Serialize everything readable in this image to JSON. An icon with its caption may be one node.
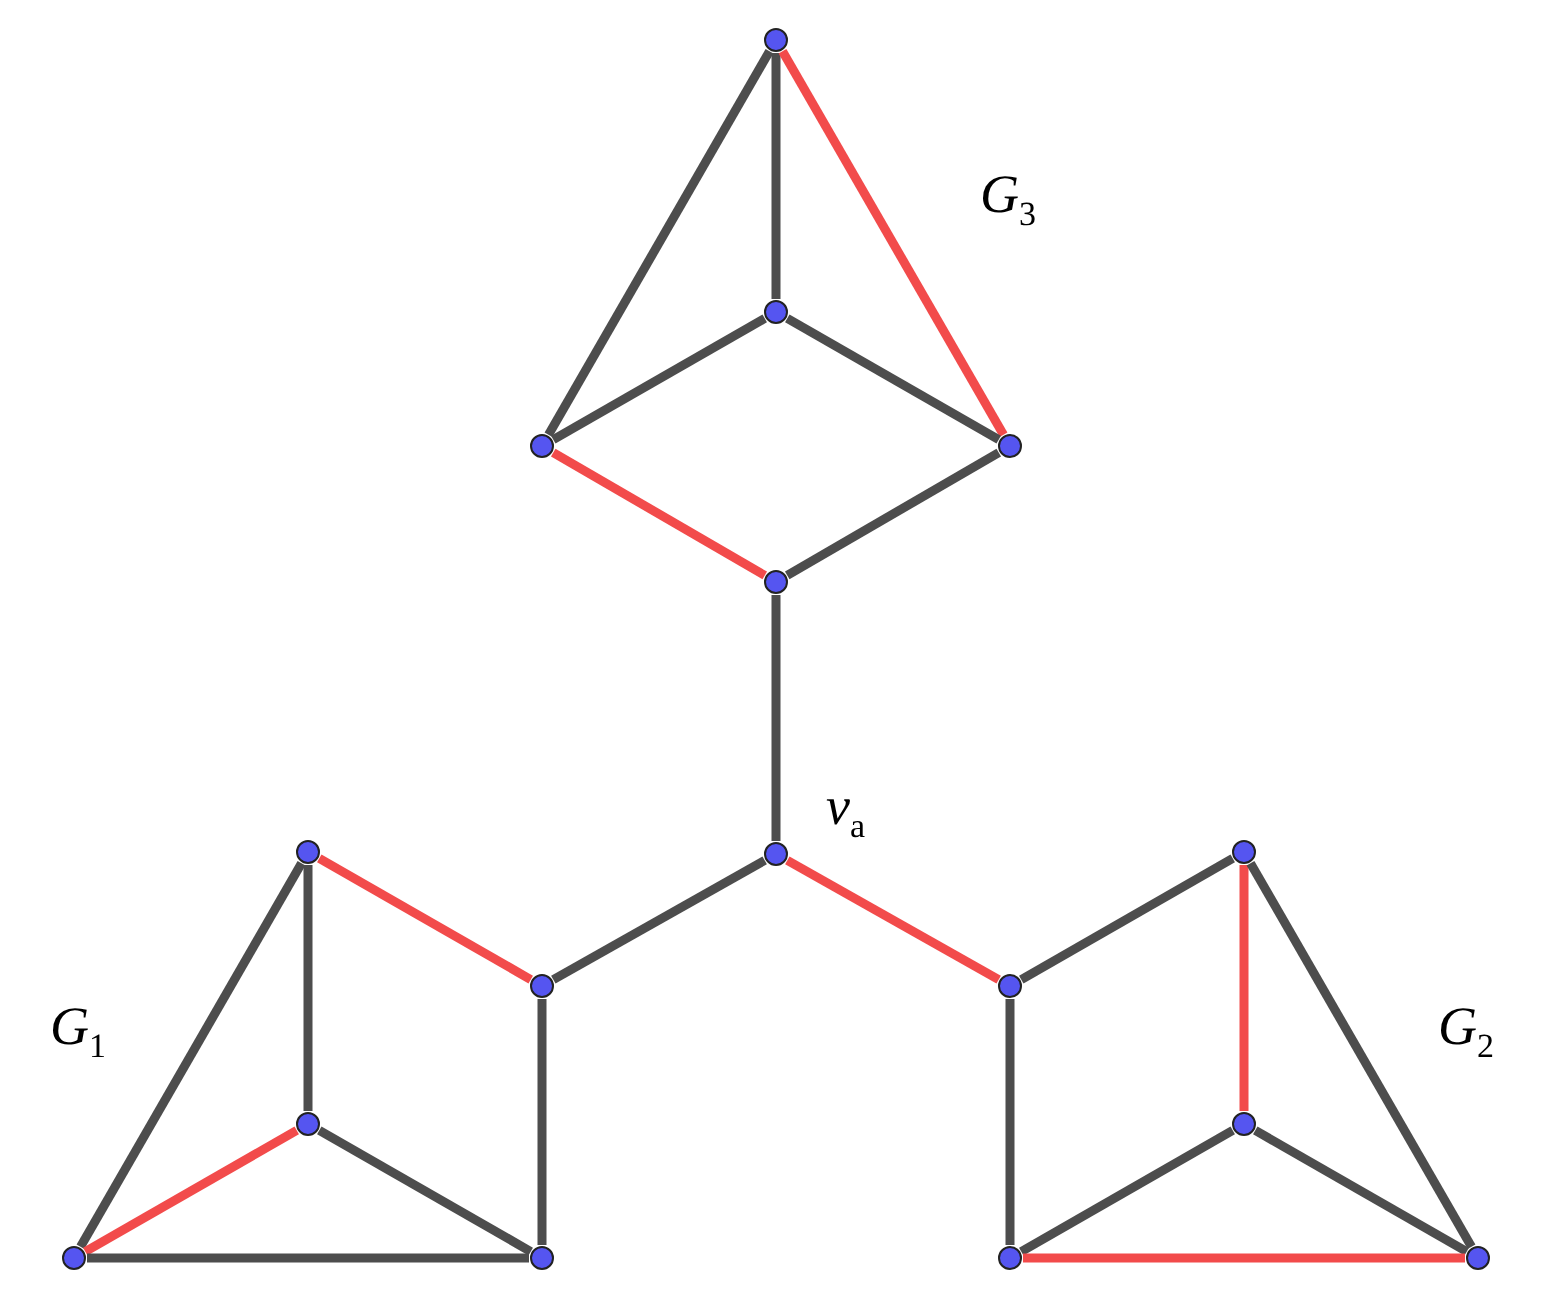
{
  "diagram": {
    "nodes": [
      {
        "text": [],
        "shape": "circle"
      },
      {
        "text": [],
        "shape": "circle"
      },
      {
        "text": [],
        "shape": "circle"
      },
      {
        "text": [],
        "shape": "circle"
      },
      {
        "text": [],
        "shape": "circle"
      },
      {
        "text": [],
        "shape": "circle"
      },
      {
        "text": [],
        "shape": "circle"
      },
      {
        "text": [],
        "shape": "circle"
      },
      {
        "text": [],
        "shape": "circle"
      },
      {
        "text": [],
        "shape": "circle"
      },
      {
        "text": [],
        "shape": "circle"
      },
      {
        "text": [],
        "shape": "circle"
      },
      {
        "text": [],
        "shape": "circle"
      },
      {
        "text": [],
        "shape": "circle"
      },
      {
        "text": [],
        "shape": "circle"
      },
      {
        "text": [],
        "shape": "circle"
      }
    ],
    "edges": [
      {
        "from": 0,
        "to": 1,
        "arrow": "none"
      },
      {
        "from": 0,
        "to": 2,
        "arrow": "none"
      },
      {
        "from": 0,
        "to": 3,
        "arrow": "none",
        "color": "#f24b4b"
      },
      {
        "from": 1,
        "to": 2,
        "arrow": "none"
      },
      {
        "from": 1,
        "to": 3,
        "arrow": "none"
      },
      {
        "from": 2,
        "to": 4,
        "arrow": "none",
        "color": "#f24b4b"
      },
      {
        "from": 3,
        "to": 4,
        "arrow": "none"
      },
      {
        "from": 4,
        "to": 6,
        "arrow": "none"
      },
      {
        "from": 6,
        "to": 8,
        "arrow": "none"
      },
      {
        "from": 6,
        "to": 9,
        "arrow": "none",
        "color": "#f24b4b"
      },
      {
        "from": 5,
        "to": 8,
        "arrow": "none",
        "color": "#f24b4b"
      },
      {
        "from": 5,
        "to": 10,
        "arrow": "none"
      },
      {
        "from": 5,
        "to": 12,
        "arrow": "none"
      },
      {
        "from": 10,
        "to": 12,
        "arrow": "none",
        "color": "#f24b4b"
      },
      {
        "from": 10,
        "to": 13,
        "arrow": "none"
      },
      {
        "from": 12,
        "to": 13,
        "arrow": "none"
      },
      {
        "from": 8,
        "to": 13,
        "arrow": "none"
      },
      {
        "from": 9,
        "to": 7,
        "arrow": "none"
      },
      {
        "from": 9,
        "to": 14,
        "arrow": "none"
      },
      {
        "from": 7,
        "to": 11,
        "arrow": "none",
        "color": "#f24b4b"
      },
      {
        "from": 7,
        "to": 15,
        "arrow": "none"
      },
      {
        "from": 11,
        "to": 14,
        "arrow": "none"
      },
      {
        "from": 11,
        "to": 15,
        "arrow": "none"
      },
      {
        "from": 14,
        "to": 15,
        "arrow": "none",
        "color": "#f24b4b"
      }
    ],
    "labels": [
      "G$_{3}$",
      "v$_{a}$",
      "G$_{1}$",
      "G$_{2}$"
    ]
  }
}
